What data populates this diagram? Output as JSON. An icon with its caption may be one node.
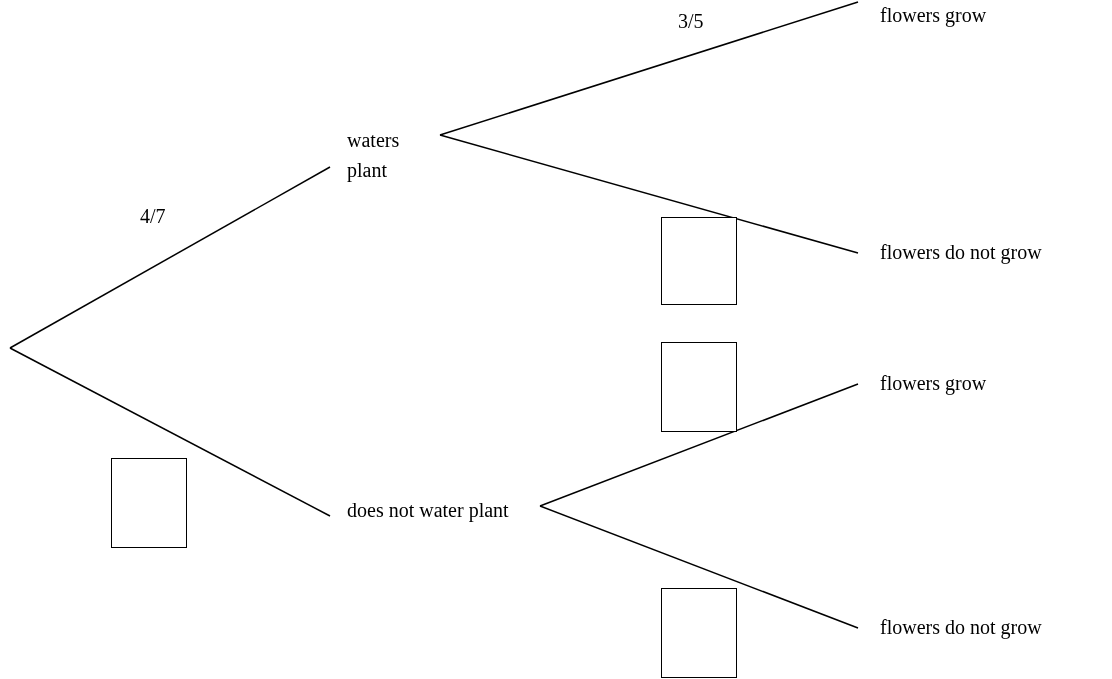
{
  "diagram": {
    "nodes": [
      {
        "text": [
          "waters plant"
        ]
      },
      {
        "text": [
          "does not water plant"
        ]
      },
      {
        "text": [
          "flowers grow"
        ]
      },
      {
        "text": [
          "flowers do not grow"
        ]
      },
      {
        "text": [
          "flowers grow"
        ]
      },
      {
        "text": [
          "flowers do not grow"
        ]
      },
      {
        "text": [],
        "shape": "box"
      },
      {
        "text": [],
        "shape": "box"
      },
      {
        "text": [],
        "shape": "box"
      },
      {
        "text": [],
        "shape": "box"
      }
    ],
    "edges": [
      {
        "from": null,
        "to": 0,
        "arrow": "none",
        "label": "4/7"
      },
      {
        "from": null,
        "to": 1,
        "arrow": "none"
      },
      {
        "from": 0,
        "to": 2,
        "arrow": "none",
        "label": "3/5"
      },
      {
        "from": 0,
        "to": 3,
        "arrow": "none"
      },
      {
        "from": 1,
        "to": 4,
        "arrow": "none"
      },
      {
        "from": 1,
        "to": 5,
        "arrow": "none"
      }
    ]
  }
}
